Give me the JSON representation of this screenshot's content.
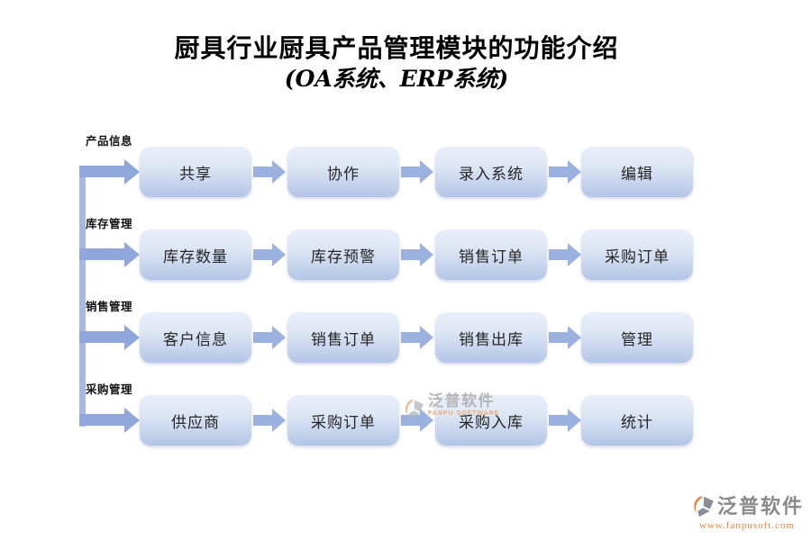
{
  "title": {
    "line1": "厨具行业厨具产品管理模块的功能介绍",
    "line2": "(OA系统、ERP系统)"
  },
  "groups": [
    {
      "label": "产品信息",
      "steps": [
        "共享",
        "协作",
        "录入系统",
        "编辑"
      ]
    },
    {
      "label": "库存管理",
      "steps": [
        "库存数量",
        "库存预警",
        "销售订单",
        "采购订单"
      ]
    },
    {
      "label": "销售管理",
      "steps": [
        "客户信息",
        "销售订单",
        "销售出库",
        "管理"
      ]
    },
    {
      "label": "采购管理",
      "steps": [
        "供应商",
        "采购订单",
        "采购入库",
        "统计"
      ]
    }
  ],
  "watermark": {
    "brand": "泛普软件",
    "subtitle": "FANPU SOFTWARE"
  },
  "footer_logo": {
    "brand": "泛普软件",
    "url": "www.fanpusoft.com"
  },
  "colors": {
    "box_gradient_top": "#eaf0fa",
    "box_gradient_bottom": "#b4c6e7",
    "arrow_blue": "#9bb1e0",
    "trunk_blue": "#a6b9e3",
    "title_text": "#000000",
    "box_text": "#262626",
    "brand_gray": "#8a8a8a",
    "brand_orange": "#e8823c"
  }
}
